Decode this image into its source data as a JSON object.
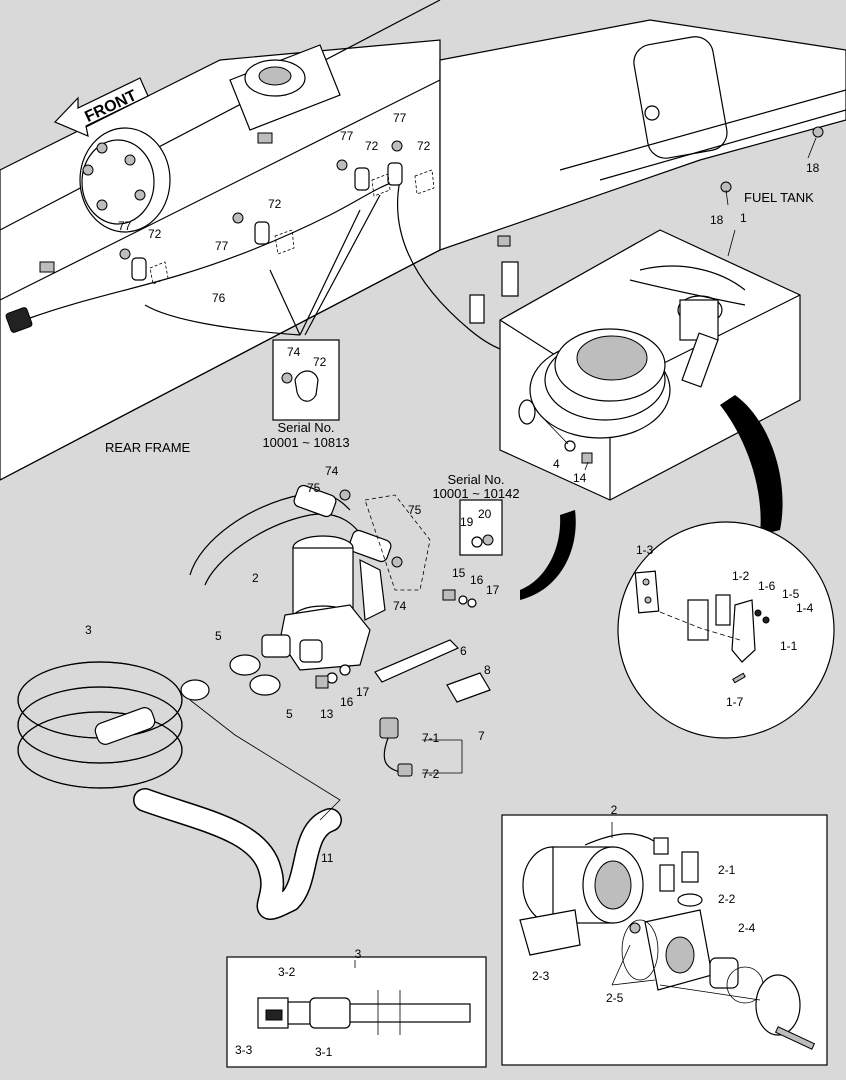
{
  "captions": {
    "front": "FRONT",
    "fuel_tank": "FUEL TANK",
    "rear_frame": "REAR FRAME",
    "serial_a_title": "Serial No.",
    "serial_a_range": "10001 ~ 10813",
    "serial_b_title": "Serial No.",
    "serial_b_range": "10001 ~ 10142"
  },
  "detail_titles": {
    "d1": "1",
    "d2": "2",
    "d3": "3"
  },
  "callouts": {
    "c77a": "77",
    "c77b": "77",
    "c77c": "77",
    "c77d": "77",
    "c72a": "72",
    "c72b": "72",
    "c72c": "72",
    "c72d": "72",
    "c72e": "72",
    "c76": "76",
    "c18a": "18",
    "c18b": "18",
    "c1": "1",
    "c74a": "74",
    "c4": "4",
    "c14": "14",
    "c74b": "74",
    "c75a": "75",
    "c75b": "75",
    "c74c": "74",
    "c19": "19",
    "c20": "20",
    "c2": "2",
    "c15": "15",
    "c16a": "16",
    "c17a": "17",
    "c3": "3",
    "c5a": "5",
    "c5b": "5",
    "c6": "6",
    "c8": "8",
    "c13": "13",
    "c16b": "16",
    "c17b": "17",
    "c71": "7-1",
    "c7": "7",
    "c72p": "7-2",
    "c11": "11",
    "c1_3": "1-3",
    "c1_2": "1-2",
    "c1_6": "1-6",
    "c1_5": "1-5",
    "c1_4": "1-4",
    "c1_1": "1-1",
    "c1_7": "1-7",
    "c2_1": "2-1",
    "c2_2": "2-2",
    "c2_3": "2-3",
    "c2_4": "2-4",
    "c2_5": "2-5",
    "c3_2": "3-2",
    "c3_3": "3-3",
    "c3_1": "3-1"
  }
}
